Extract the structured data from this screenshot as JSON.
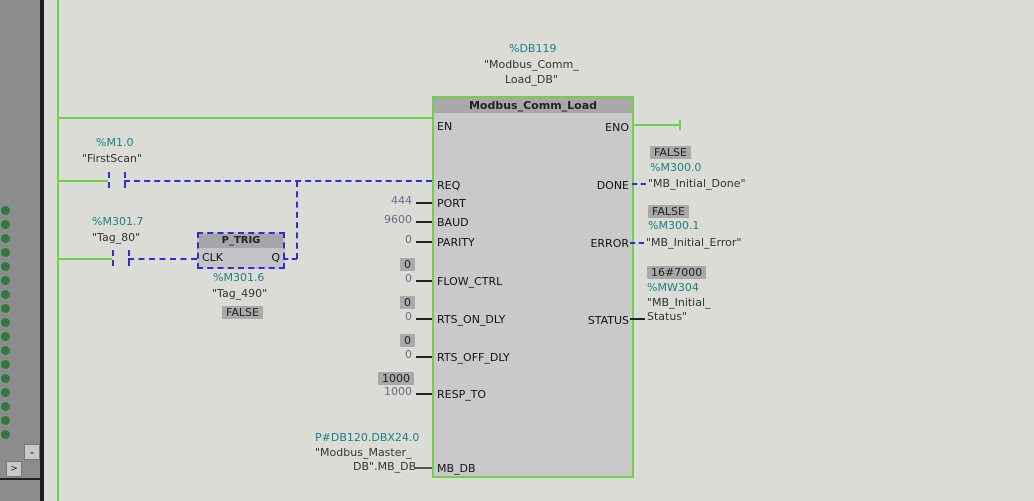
{
  "block": {
    "instance_addr": "%DB119",
    "instance_name_1": "\"Modbus_Comm_",
    "instance_name_2": "Load_DB\"",
    "title": "Modbus_Comm_Load",
    "inputs": {
      "en": "EN",
      "req": "REQ",
      "port": "PORT",
      "baud": "BAUD",
      "parity": "PARITY",
      "flow_ctrl": "FLOW_CTRL",
      "rts_on_dly": "RTS_ON_DLY",
      "rts_off_dly": "RTS_OFF_DLY",
      "resp_to": "RESP_TO",
      "mb_db": "MB_DB"
    },
    "outputs": {
      "eno": "ENO",
      "done": "DONE",
      "error": "ERROR",
      "status": "STATUS"
    }
  },
  "input_values": {
    "port": "444",
    "baud": "9600",
    "parity": "0",
    "flow_ctrl_monitor": "0",
    "flow_ctrl": "0",
    "rts_on_monitor": "0",
    "rts_on": "0",
    "rts_off_monitor": "0",
    "rts_off": "0",
    "resp_to_monitor": "1000",
    "resp_to": "1000",
    "mb_db_addr": "P#DB120.DBX24.0",
    "mb_db_name_1": "\"Modbus_Master_",
    "mb_db_name_2": "DB\".MB_DB"
  },
  "output_values": {
    "done_monitor": "FALSE",
    "done_addr": "%M300.0",
    "done_name": "\"MB_Initial_Done\"",
    "error_monitor": "FALSE",
    "error_addr": "%M300.1",
    "error_name": "\"MB_Initial_Error\"",
    "status_monitor": "16#7000",
    "status_addr": "%MW304",
    "status_name_1": "\"MB_Initial_",
    "status_name_2": "Status\""
  },
  "contacts": [
    {
      "addr": "%M1.0",
      "name": "\"FirstScan\""
    },
    {
      "addr": "%M301.7",
      "name": "\"Tag_80\""
    }
  ],
  "p_trig": {
    "title": "P_TRIG",
    "clk": "CLK",
    "q": "Q",
    "addr": "%M301.6",
    "name": "\"Tag_490\"",
    "monitor": "FALSE"
  },
  "sidebar": {
    "scroll_down": "⌄",
    "scroll_right": ">"
  },
  "colors": {
    "energized": "#6fd04a",
    "not_energized": "#2d2fd4",
    "address": "#1d7f86"
  }
}
